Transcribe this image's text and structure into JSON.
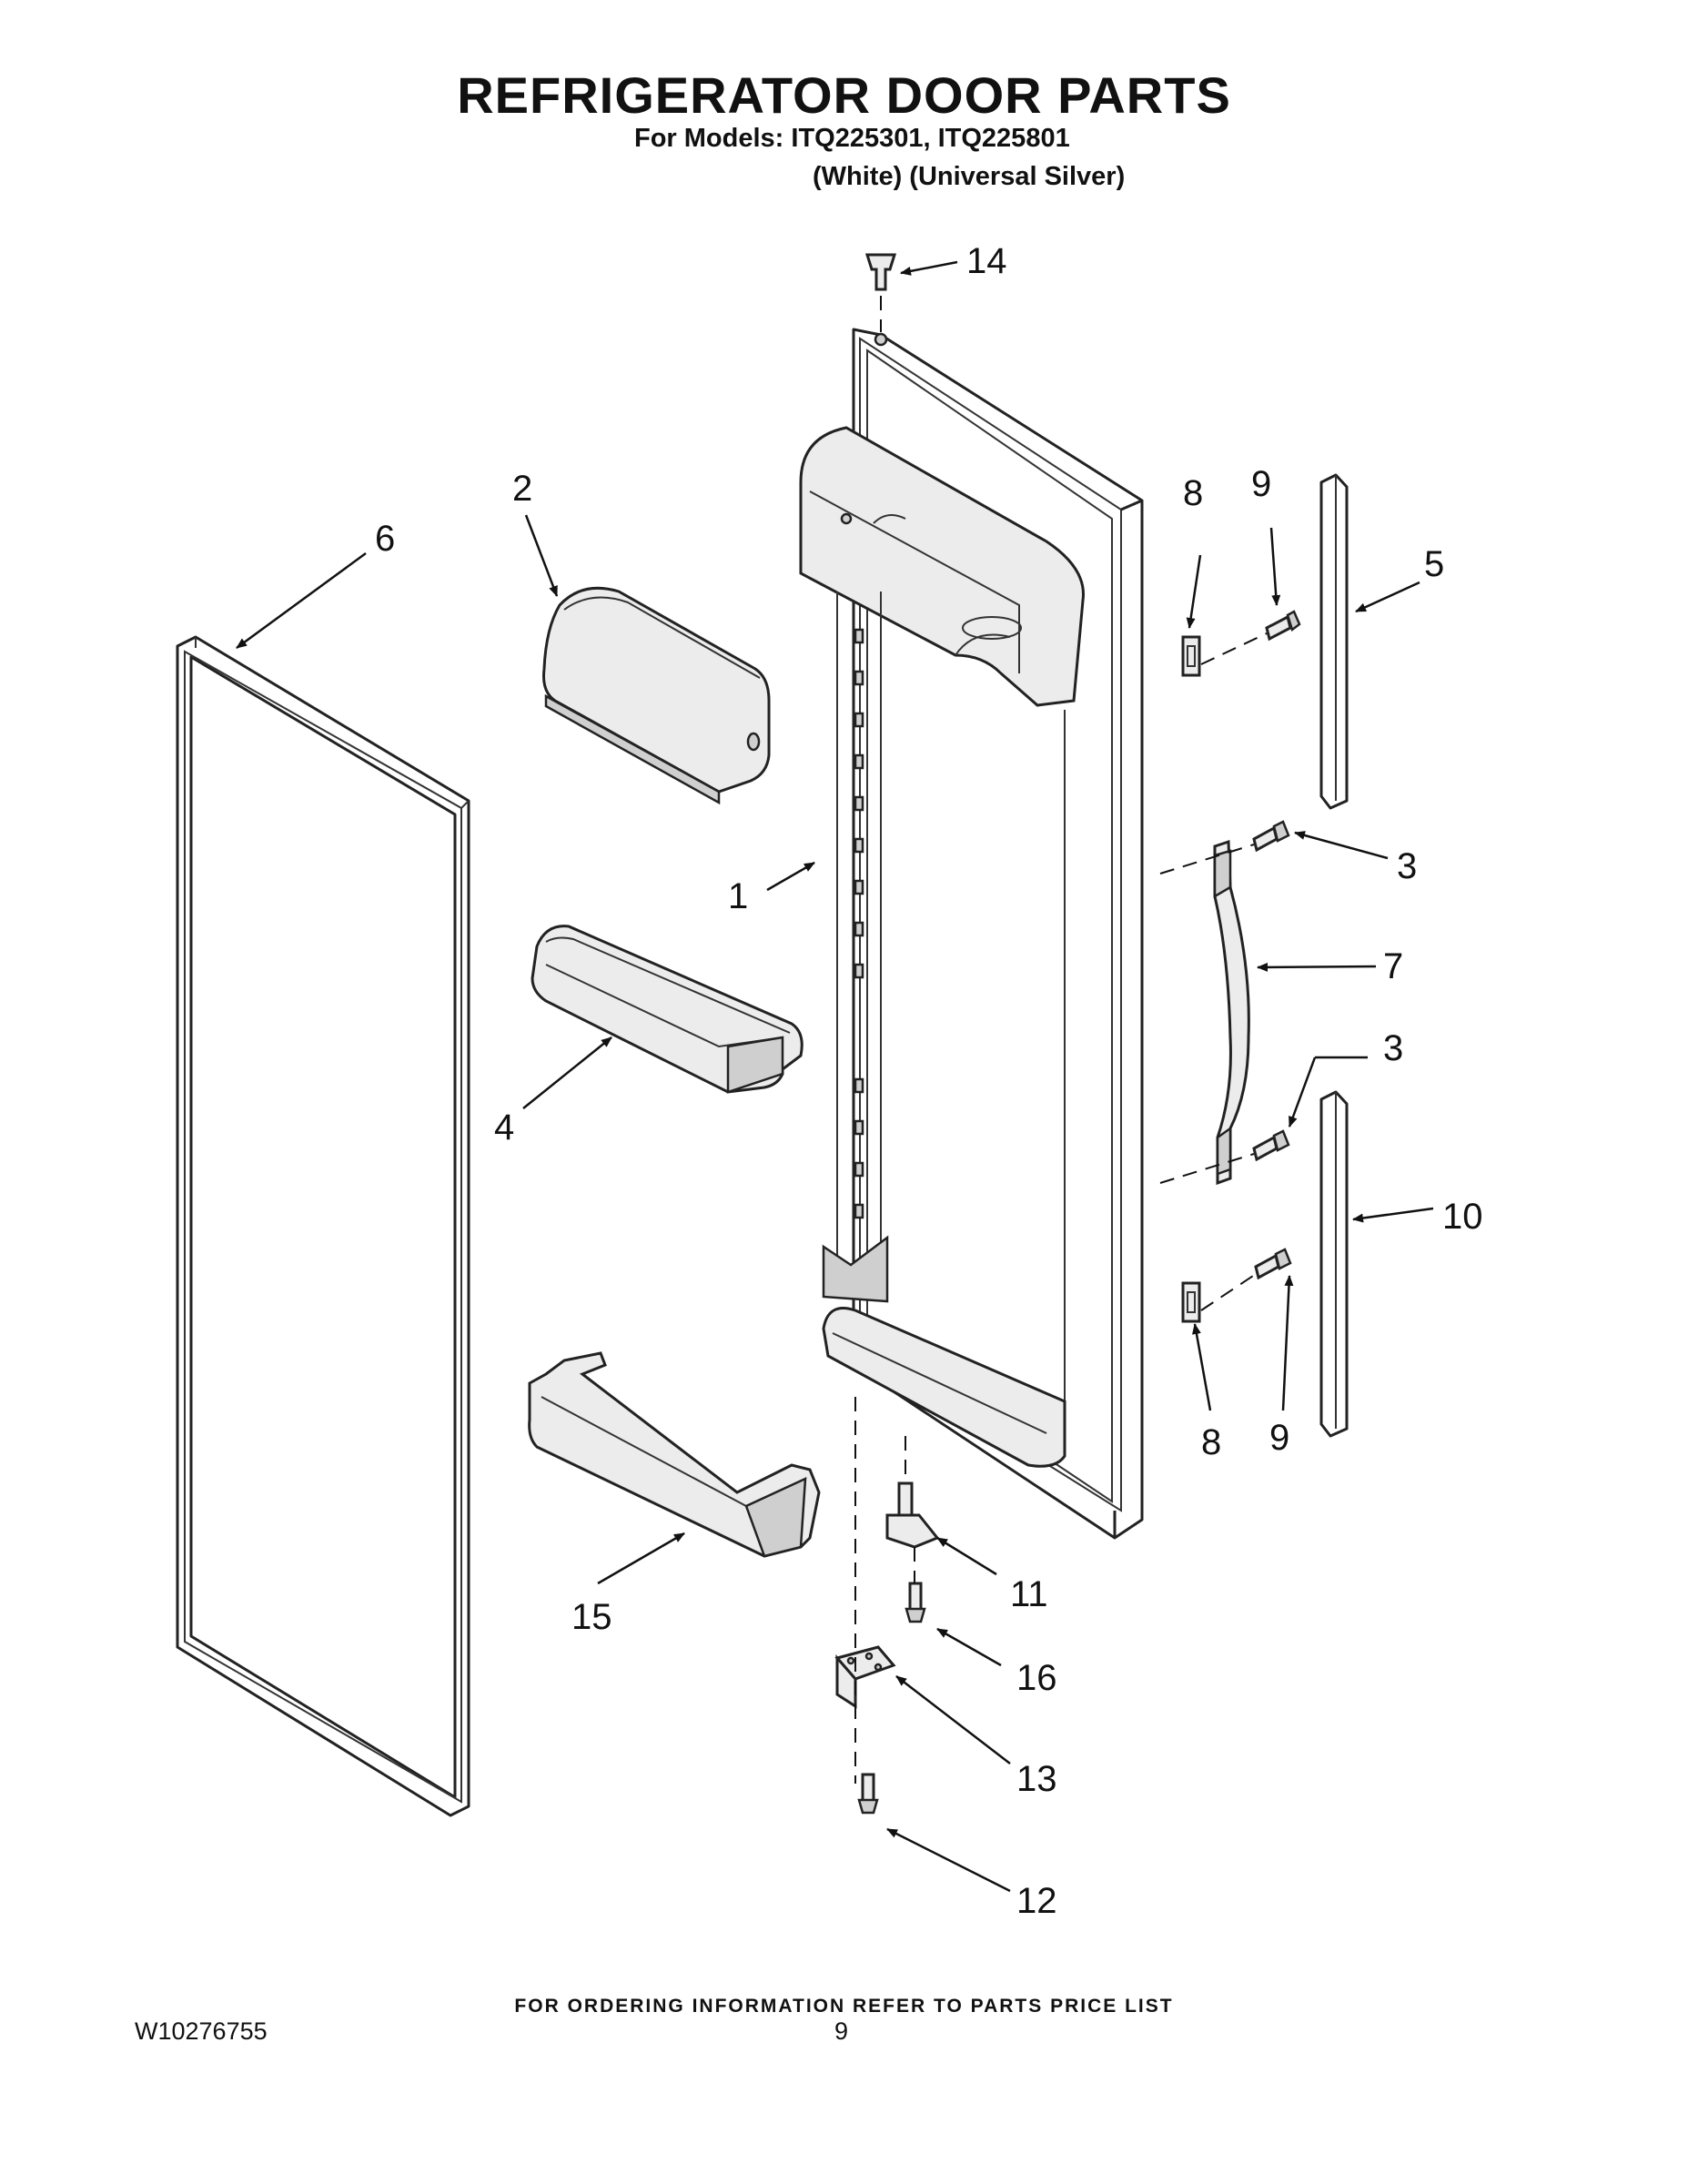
{
  "header": {
    "title": "REFRIGERATOR DOOR PARTS",
    "models_line": "For Models: ITQ225301, ITQ225801",
    "colors_line": "(White) (Universal Silver)"
  },
  "callouts": {
    "c14": "14",
    "c2": "2",
    "c6": "6",
    "c8a": "8",
    "c9a": "9",
    "c5": "5",
    "c3a": "3",
    "c1": "1",
    "c7": "7",
    "c3b": "3",
    "c4": "4",
    "c10": "10",
    "c8b": "8",
    "c9b": "9",
    "c11": "11",
    "c15": "15",
    "c16": "16",
    "c13": "13",
    "c12": "12"
  },
  "footer": {
    "ordering_note": "FOR ORDERING INFORMATION REFER TO PARTS PRICE LIST",
    "document_number": "W10276755",
    "page_number": "9"
  },
  "colors": {
    "line": "#222222",
    "part_fill": "#ececec",
    "part_shade": "#cfcfcf",
    "background": "#ffffff"
  }
}
